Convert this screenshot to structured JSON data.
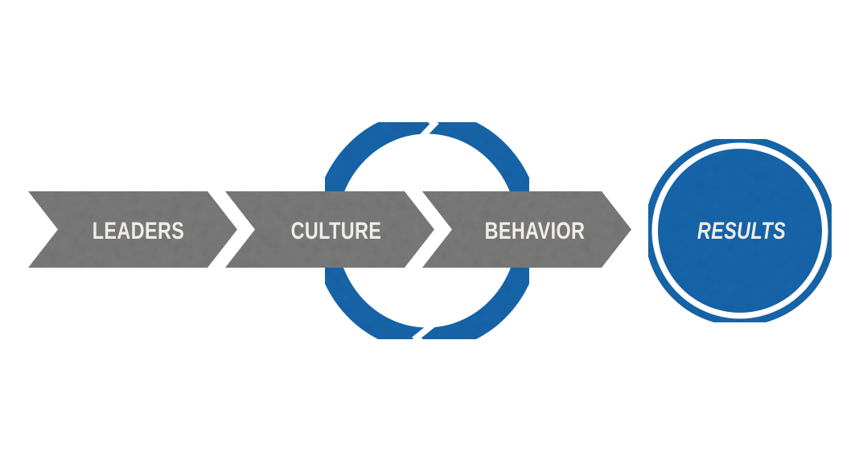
{
  "steps": [
    {
      "label": "LEADERS"
    },
    {
      "label": "CULTURE"
    },
    {
      "label": "BEHAVIOR"
    }
  ],
  "result": {
    "label": "RESULTS"
  },
  "colors": {
    "blue": "#1f68ad",
    "gray": "#7b7b7b",
    "text": "#efede7"
  }
}
